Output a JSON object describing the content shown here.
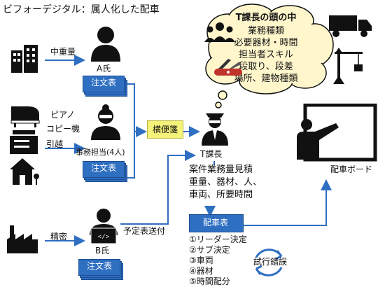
{
  "title": "ビフォーデジタル：属人化した配車",
  "inputs": {
    "heavy": "中重量",
    "piano": "ピアノ",
    "copier": "コピー機",
    "moving": "引越",
    "precision": "精密"
  },
  "people": {
    "a": "A氏",
    "clerks": "事務担当(4人)",
    "t_manager": "T課長",
    "b": "B氏"
  },
  "order_form_label": "注文表",
  "sticky_note": "横便箋",
  "schedule_sent": "予定表送付",
  "thought_cloud": {
    "title": "T課長の頭の中",
    "lines": [
      "業務種類",
      "必要器材・時間",
      "担当者スキル",
      "段取り、段差",
      "場所、建物種類"
    ]
  },
  "estimate": {
    "lines": [
      "案件業務量見積",
      "重量、器材、人、",
      "車両、所要時間"
    ]
  },
  "dispatch_table": {
    "label": "配車表",
    "items": [
      "①リーダー決定",
      "②サブ決定",
      "③車両",
      "④器材",
      "⑤時間配分"
    ]
  },
  "trial_error": "試行錯誤",
  "dispatch_board": "配車ボード",
  "colors": {
    "arrow": "#2f6fc2",
    "doc": "#2f6fc2",
    "memo": "#f5f27a",
    "cloud": "#fff6cc",
    "icon": "#111111"
  }
}
